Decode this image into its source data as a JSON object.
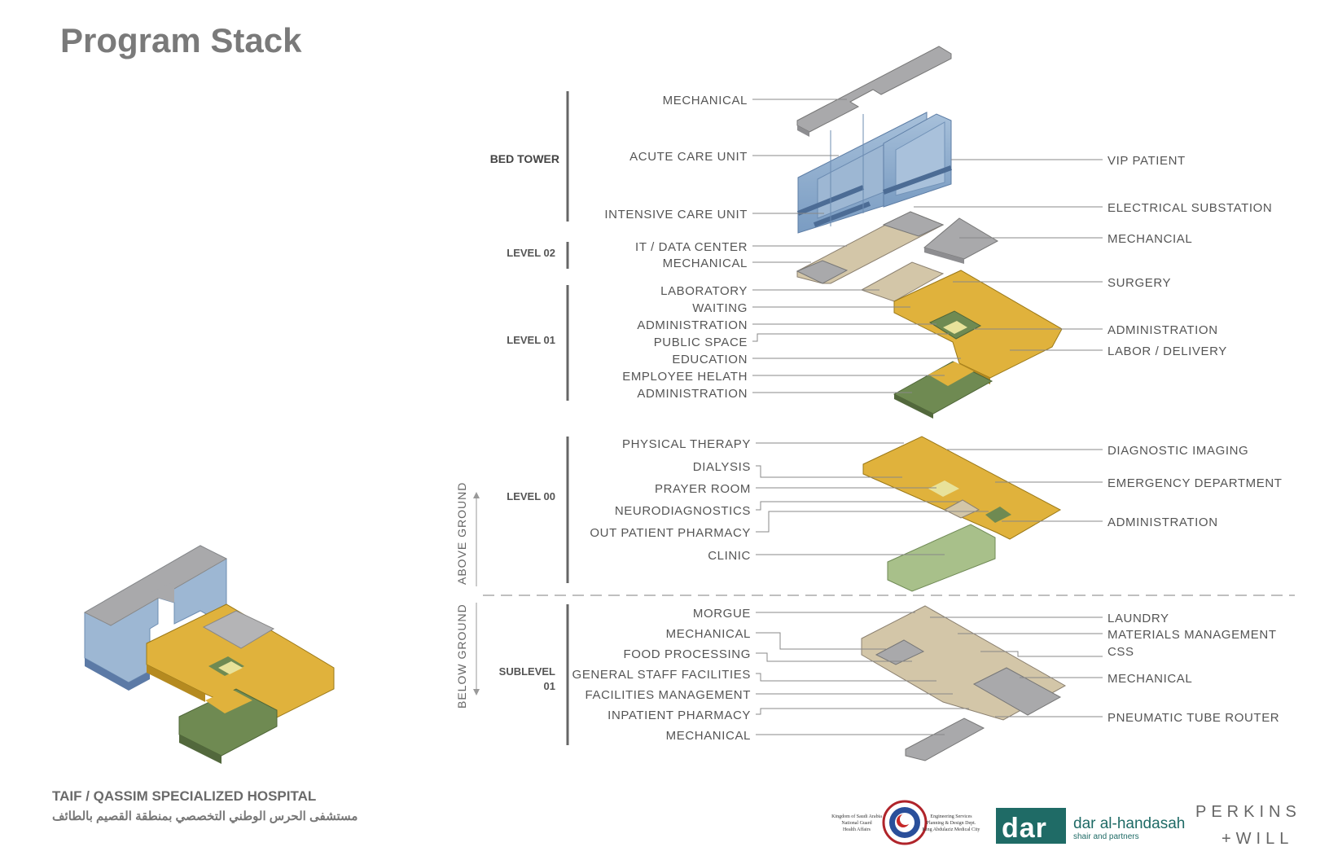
{
  "title": "Program Stack",
  "groups": {
    "bed_tower": "BED TOWER",
    "level02": "LEVEL 02",
    "level01": "LEVEL 01",
    "level00": "LEVEL 00",
    "sublevel": [
      "SUBLEVEL",
      "01"
    ]
  },
  "vertical": {
    "above": "ABOVE GROUND",
    "below": "BELOW GROUND"
  },
  "left_labels": {
    "bed_tower": [
      "MECHANICAL",
      "ACUTE CARE UNIT",
      "INTENSIVE CARE UNIT"
    ],
    "level02": [
      "IT / DATA CENTER",
      "MECHANICAL"
    ],
    "level01": [
      "LABORATORY",
      "WAITING",
      "ADMINISTRATION",
      "PUBLIC SPACE",
      "EDUCATION",
      "EMPLOYEE HELATH",
      "ADMINISTRATION"
    ],
    "level00": [
      "PHYSICAL THERAPY",
      "DIALYSIS",
      "PRAYER ROOM",
      "NEURODIAGNOSTICS",
      "OUT PATIENT PHARMACY",
      "CLINIC"
    ],
    "sublevel": [
      "MORGUE",
      "MECHANICAL",
      "FOOD PROCESSING",
      "GENERAL STAFF FACILITIES",
      "FACILITIES MANAGEMENT",
      "INPATIENT PHARMACY",
      "MECHANICAL"
    ]
  },
  "right_labels": {
    "top": [
      "VIP PATIENT",
      "ELECTRICAL SUBSTATION",
      "MECHANCIAL"
    ],
    "level01": [
      "SURGERY",
      "ADMINISTRATION",
      "LABOR / DELIVERY"
    ],
    "level00": [
      "DIAGNOSTIC IMAGING",
      "EMERGENCY DEPARTMENT",
      "ADMINISTRATION"
    ],
    "sublevel": [
      "LAUNDRY",
      "MATERIALS MANAGEMENT",
      "CSS",
      "MECHANICAL",
      "PNEUMATIC TUBE ROUTER"
    ]
  },
  "footer": {
    "project_en": "TAIF / QASSIM SPECIALIZED HOSPITAL",
    "project_ar": "مستشفى الحرس الوطني التخصصي بمنطقة القصيم بالطائف"
  },
  "logos": {
    "ngha_left": [
      "Kingdom of Saudi Arabia",
      "National Guard",
      "Health Affairs"
    ],
    "ngha_right": [
      "Engineering Services",
      "Planning & Design Dept.",
      "King Abdulaziz Medical City"
    ],
    "dar": {
      "name": "dar al-handasah",
      "sub": "shair and partners"
    },
    "perkins": [
      "PERKINS",
      "+WILL"
    ]
  },
  "colors": {
    "mechanical": "#a9a9ab",
    "bed_tower": "#8eaccb",
    "support": "#d3c6a8",
    "clinical": "#e0b23c",
    "staff": "#6f8a52",
    "public": "#e8e29a",
    "clinic": "#a8c08a"
  }
}
